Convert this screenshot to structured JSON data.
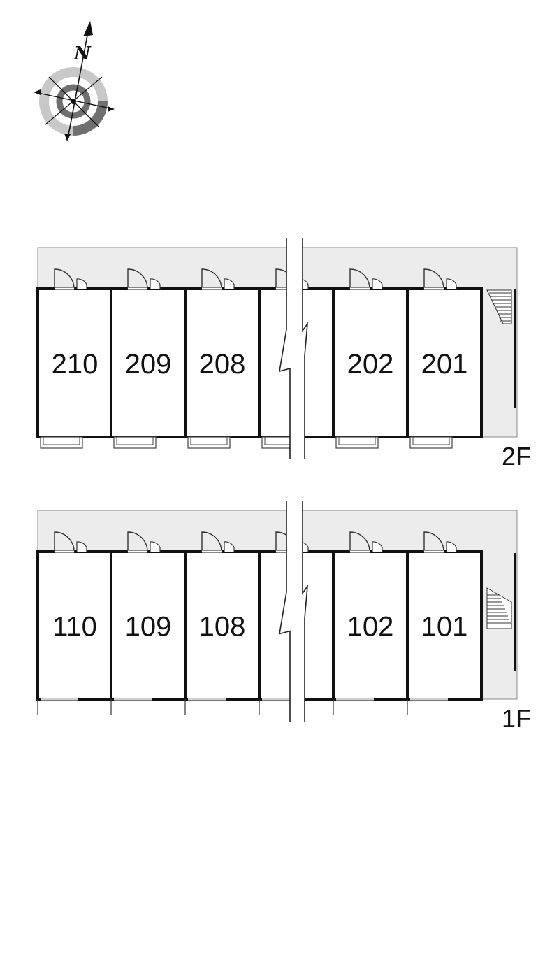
{
  "compass": {
    "label": "N",
    "icon": "compass-rose-icon"
  },
  "floors": [
    {
      "id": "2F",
      "label": "2F",
      "units": [
        "210",
        "209",
        "208",
        "",
        "202",
        "201"
      ]
    },
    {
      "id": "1F",
      "label": "1F",
      "units": [
        "110",
        "109",
        "108",
        "",
        "102",
        "101"
      ]
    }
  ],
  "colors": {
    "corridor": "#ececec",
    "wall": "#111111",
    "compass_dark": "#6f6f6f",
    "compass_light": "#c8c8c8"
  }
}
